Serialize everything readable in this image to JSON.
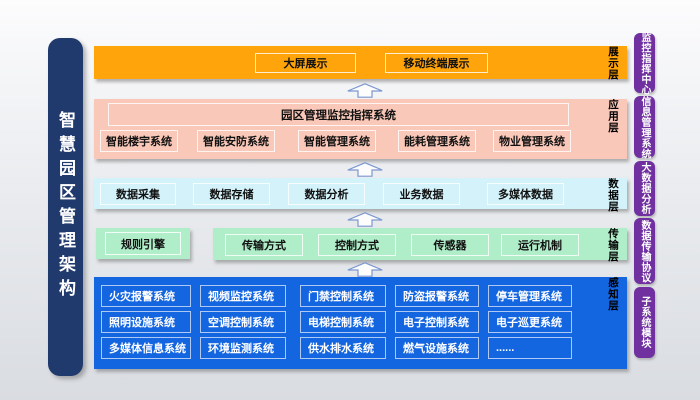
{
  "title": "智慧园区管理架构",
  "layers": {
    "display": {
      "label": "展示层",
      "items": [
        "大屏展示",
        "移动终端展示"
      ]
    },
    "application": {
      "label": "应用层",
      "main_system": "园区管理监控指挥系统",
      "items": [
        "智能楼宇系统",
        "智能安防系统",
        "智能管理系统",
        "能耗管理系统",
        "物业管理系统"
      ]
    },
    "data": {
      "label": "数据层",
      "items": [
        "数据采集",
        "数据存储",
        "数据分析",
        "业务数据",
        "多媒体数据"
      ]
    },
    "transmission": {
      "label": "传输层",
      "rule_engine": "规则引擎",
      "items": [
        "传输方式",
        "控制方式",
        "传感器",
        "运行机制"
      ]
    },
    "perception": {
      "label": "感知层",
      "rows": [
        [
          "火灾报警系统",
          "视频监控系统",
          "门禁控制系统",
          "防盗报警系统",
          "停车管理系统"
        ],
        [
          "照明设施系统",
          "空调控制系统",
          "电梯控制系统",
          "电子控制系统",
          "电子巡更系统"
        ],
        [
          "多媒体信息系统",
          "环境监测系统",
          "供水排水系统",
          "燃气设施系统",
          "......"
        ]
      ]
    }
  },
  "right_panel": [
    "监控指挥中心",
    "信息管理系统",
    "大数据分析",
    "数据传输协议",
    "子系统模块"
  ],
  "colors": {
    "sidebar": "#203A6E",
    "display_layer": "#FFA40A",
    "application_layer": "#F9C8B8",
    "data_layer": "#D3F2FA",
    "transmission_layer": "#B0EDC9",
    "perception_layer": "#1465E0",
    "right_panel": "#7030A0",
    "arrow_outline": "#7B97CF"
  }
}
